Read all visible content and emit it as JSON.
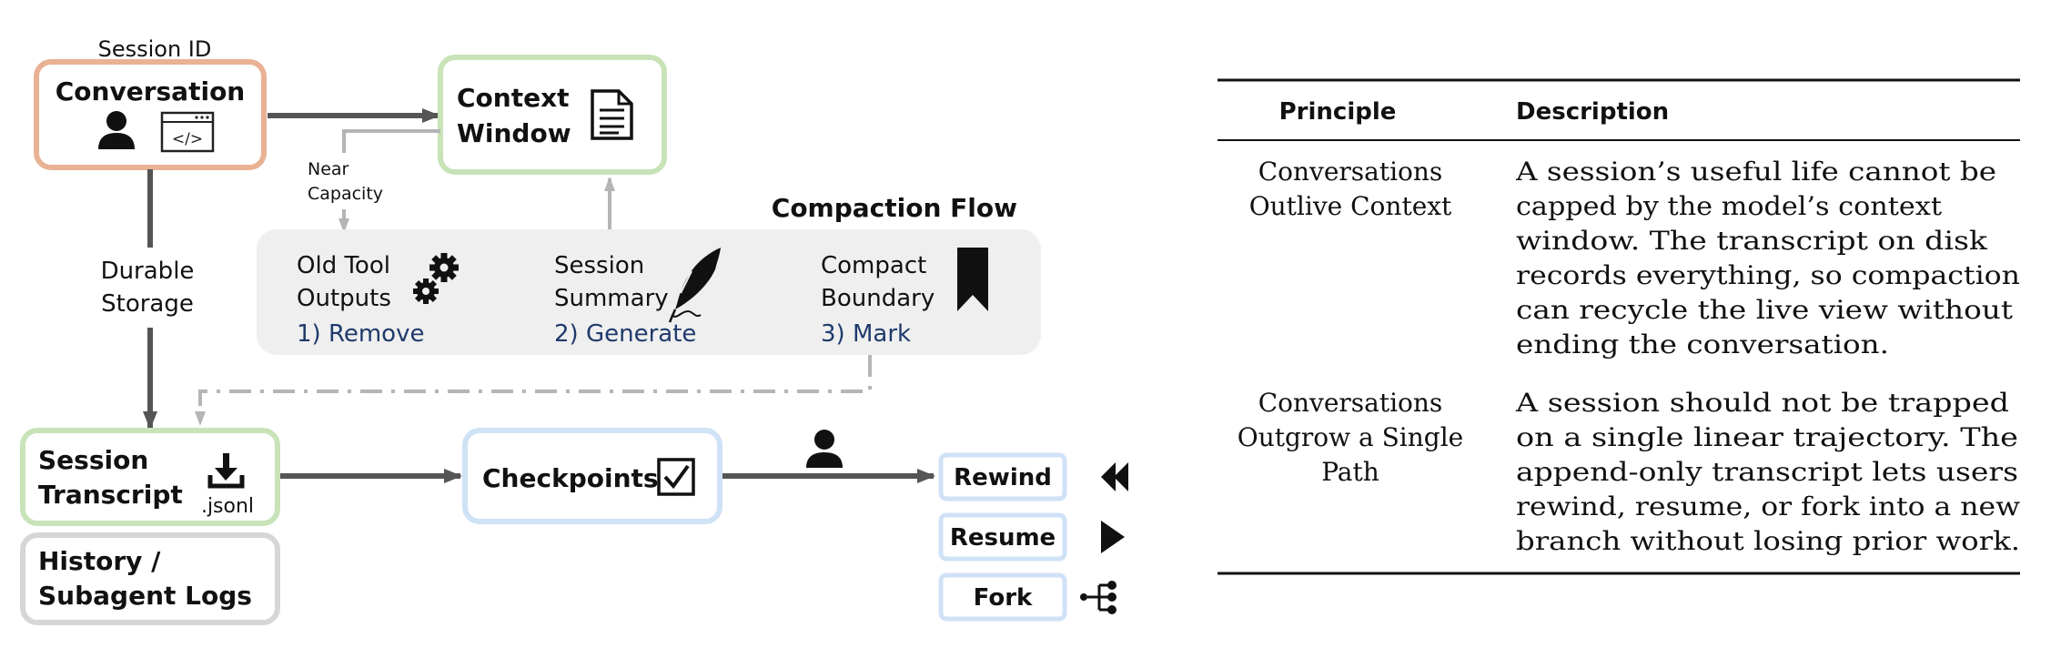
{
  "diagram": {
    "session_id_label": "Session ID",
    "conversation": {
      "label": "Conversation"
    },
    "context_window": {
      "line1": "Context",
      "line2": "Window"
    },
    "near_capacity": {
      "line1": "Near",
      "line2": "Capacity"
    },
    "durable_storage": {
      "line1": "Durable",
      "line2": "Storage"
    },
    "compaction_flow": {
      "title": "Compaction Flow",
      "steps": [
        {
          "line1": "Old Tool",
          "line2": "Outputs",
          "action": "1) Remove",
          "icon": "gears-icon"
        },
        {
          "line1": "Session",
          "line2": "Summary",
          "action": "2) Generate",
          "icon": "quill-icon"
        },
        {
          "line1": "Compact",
          "line2": "Boundary",
          "action": "3) Mark",
          "icon": "bookmark-icon"
        }
      ]
    },
    "session_transcript": {
      "line1": "Session",
      "line2": "Transcript",
      "file_ext": ".jsonl"
    },
    "history_logs": {
      "line1": "History /",
      "line2": "Subagent Logs"
    },
    "checkpoints": {
      "label": "Checkpoints"
    },
    "actions": [
      {
        "label": "Rewind",
        "icon": "rewind-icon"
      },
      {
        "label": "Resume",
        "icon": "play-icon"
      },
      {
        "label": "Fork",
        "icon": "fork-tree-icon"
      }
    ],
    "colors": {
      "conversation_border": "#e9b294",
      "context_border": "#c9e3b8",
      "transcript_border": "#c9e3b8",
      "history_border": "#d6d6d6",
      "checkpoint_border": "#cfe2f6",
      "compaction_bg": "#efefef",
      "arrow": "#555555",
      "dashed": "#b5b5b5",
      "action_text": "#1f3a6b"
    }
  },
  "table": {
    "headers": [
      "Principle",
      "Description"
    ],
    "rows": [
      {
        "principle": [
          "Conversations",
          "Outlive Context"
        ],
        "description": [
          "A session’s useful life cannot be",
          "capped by the model’s context",
          "window. The transcript on disk",
          "records everything, so compaction",
          "can recycle the live view without",
          "ending the conversation."
        ]
      },
      {
        "principle": [
          "Conversations",
          "Outgrow a Single",
          "Path"
        ],
        "description": [
          "A session should not be trapped",
          "on a single linear trajectory. The",
          "append-only transcript lets users",
          "rewind, resume, or fork into a new",
          "branch without losing prior work."
        ]
      }
    ]
  }
}
